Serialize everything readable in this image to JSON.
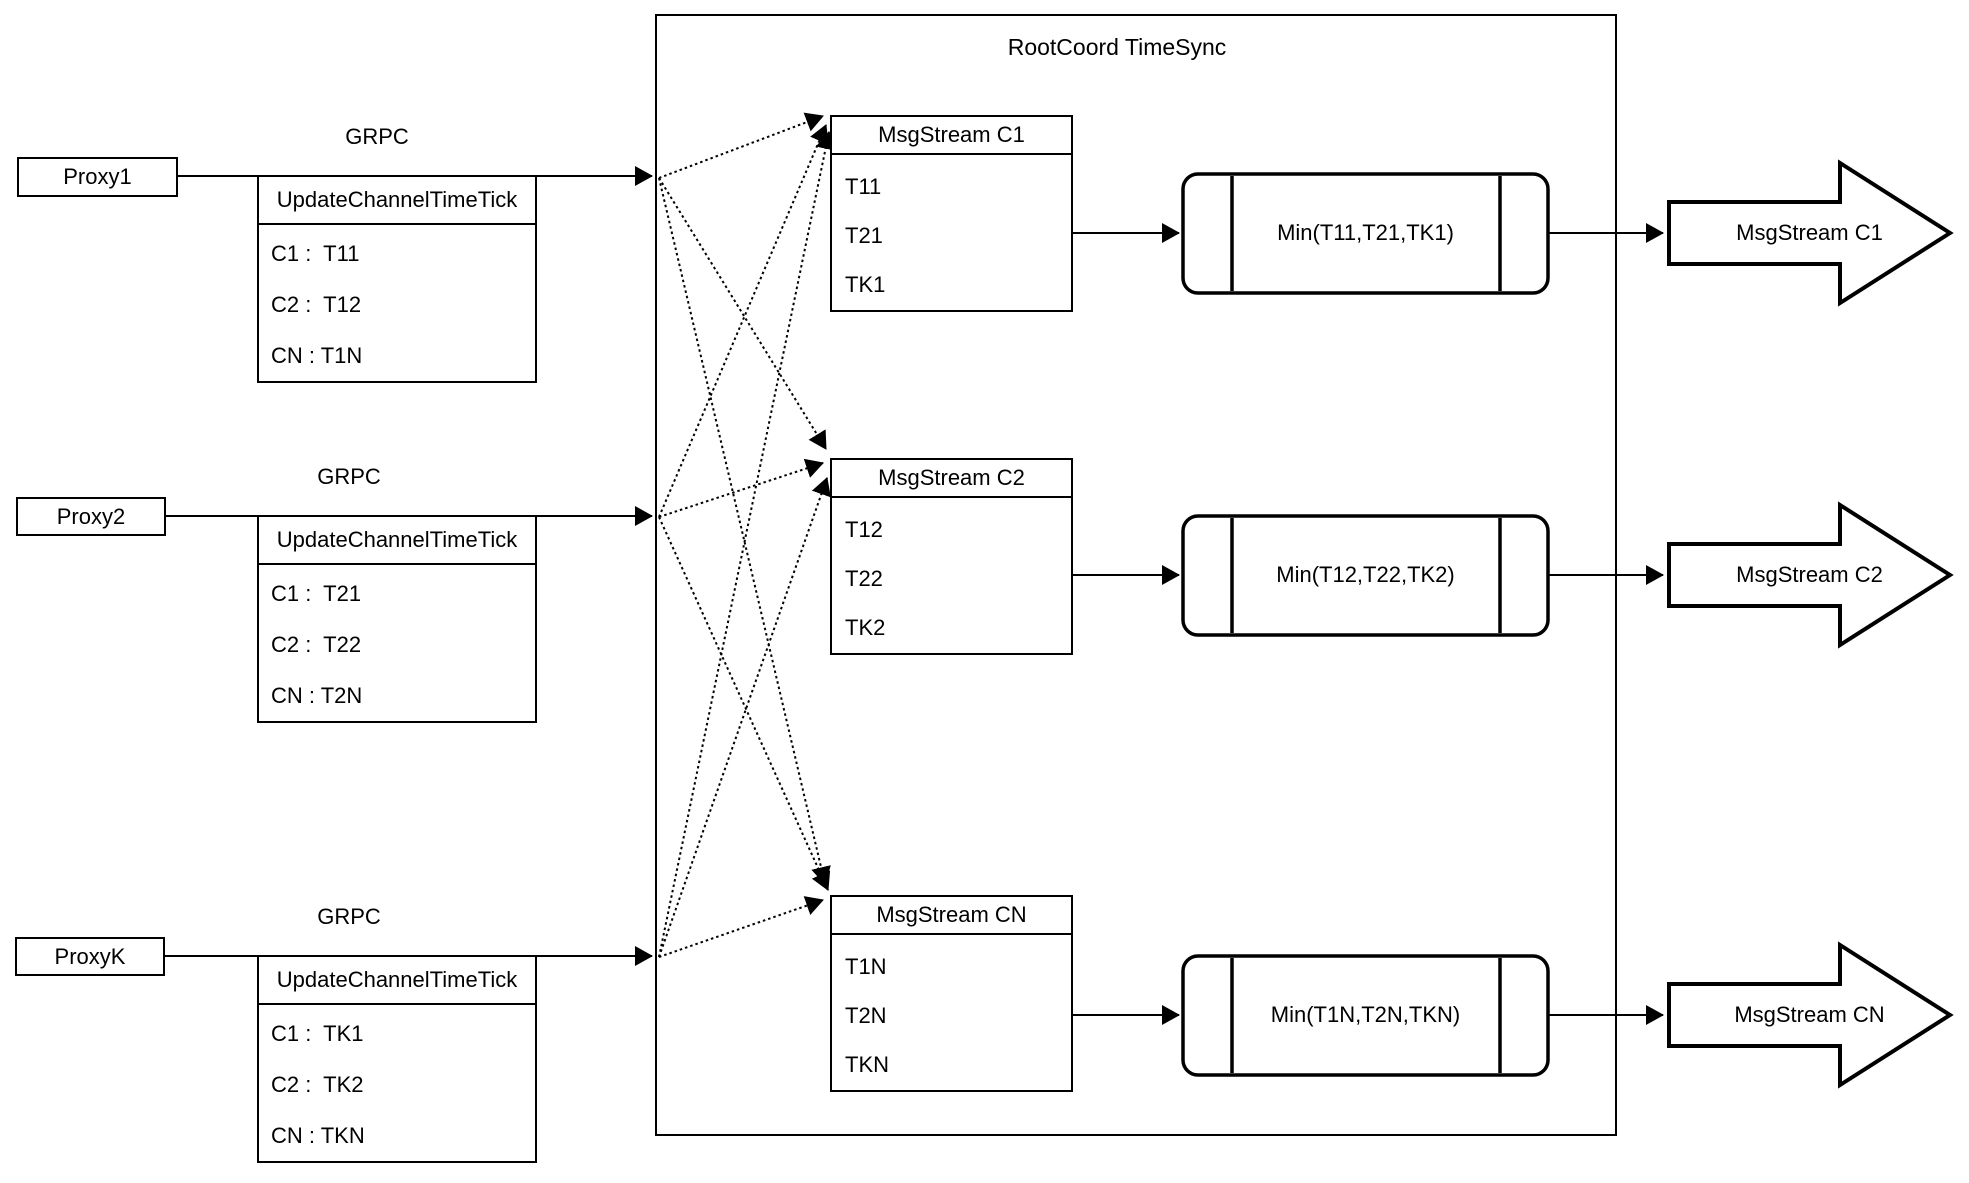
{
  "diagram_title": "RootCoord TimeSync",
  "grpc_label": "GRPC",
  "proxies": [
    {
      "name": "Proxy1",
      "table_header": "UpdateChannelTimeTick",
      "rows": [
        "C1 :  T11",
        "C2 :  T12",
        "CN : T1N"
      ]
    },
    {
      "name": "Proxy2",
      "table_header": "UpdateChannelTimeTick",
      "rows": [
        "C1 :  T21",
        "C2 :  T22",
        "CN : T2N"
      ]
    },
    {
      "name": "ProxyK",
      "table_header": "UpdateChannelTimeTick",
      "rows": [
        "C1 :  TK1",
        "C2 :  TK2",
        "CN : TKN"
      ]
    }
  ],
  "streams": [
    {
      "header": "MsgStream C1",
      "ticks": [
        "T11",
        "T21",
        "TK1"
      ],
      "min_label": "Min(T11,T21,TK1)",
      "output_label": "MsgStream C1"
    },
    {
      "header": "MsgStream C2",
      "ticks": [
        "T12",
        "T22",
        "TK2"
      ],
      "min_label": "Min(T12,T22,TK2)",
      "output_label": "MsgStream C2"
    },
    {
      "header": "MsgStream CN",
      "ticks": [
        "T1N",
        "T2N",
        "TKN"
      ],
      "min_label": "Min(T1N,T2N,TKN)",
      "output_label": "MsgStream CN"
    }
  ],
  "colors": {
    "stroke": "#000000",
    "background": "#ffffff"
  }
}
